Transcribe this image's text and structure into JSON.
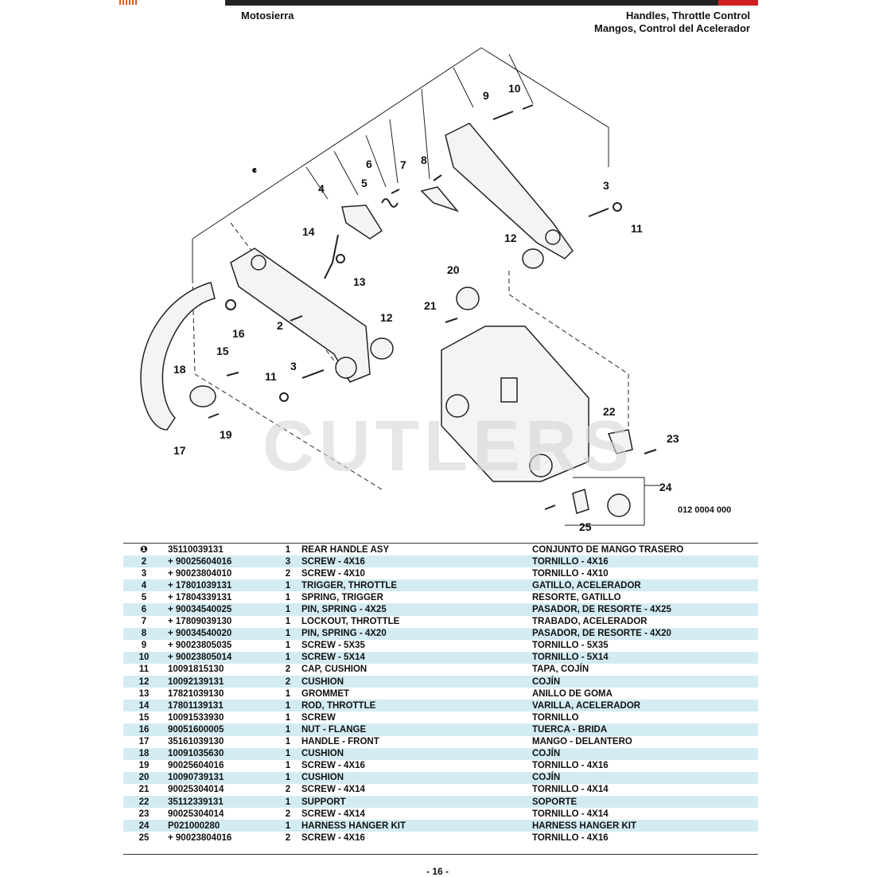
{
  "header": {
    "left": "Motosierra",
    "right_line1": "Handles, Throttle Control",
    "right_line2": "Mangos, Control del Acelerador"
  },
  "watermark": "CUTLERS",
  "figure_code": "012 0004 000",
  "callouts": [
    "1",
    "2",
    "3",
    "3",
    "4",
    "5",
    "6",
    "7",
    "8",
    "9",
    "10",
    "11",
    "11",
    "12",
    "12",
    "13",
    "14",
    "15",
    "16",
    "17",
    "18",
    "19",
    "20",
    "21",
    "22",
    "23",
    "24",
    "25"
  ],
  "parts": [
    {
      "ref": "❶",
      "part": "35110039131",
      "qty": "1",
      "en": "REAR HANDLE ASY",
      "es": "CONJUNTO DE MANGO TRASERO"
    },
    {
      "ref": "2",
      "part": "+ 90025604016",
      "qty": "3",
      "en": "SCREW - 4X16",
      "es": "TORNILLO - 4X16"
    },
    {
      "ref": "3",
      "part": "+ 90023804010",
      "qty": "2",
      "en": "SCREW - 4X10",
      "es": "TORNILLO - 4X10"
    },
    {
      "ref": "4",
      "part": "+ 17801039131",
      "qty": "1",
      "en": "TRIGGER, THROTTLE",
      "es": "GATILLO, ACELERADOR"
    },
    {
      "ref": "5",
      "part": "+ 17804339131",
      "qty": "1",
      "en": "SPRING, TRIGGER",
      "es": "RESORTE, GATILLO"
    },
    {
      "ref": "6",
      "part": "+ 90034540025",
      "qty": "1",
      "en": "PIN, SPRING - 4X25",
      "es": "PASADOR, DE RESORTE - 4X25"
    },
    {
      "ref": "7",
      "part": "+ 17809039130",
      "qty": "1",
      "en": "LOCKOUT, THROTTLE",
      "es": "TRABADO, ACELERADOR"
    },
    {
      "ref": "8",
      "part": "+ 90034540020",
      "qty": "1",
      "en": "PIN, SPRING - 4X20",
      "es": "PASADOR, DE RESORTE - 4X20"
    },
    {
      "ref": "9",
      "part": "+ 90023805035",
      "qty": "1",
      "en": "SCREW - 5X35",
      "es": "TORNILLO - 5X35"
    },
    {
      "ref": "10",
      "part": "+ 90023805014",
      "qty": "1",
      "en": "SCREW - 5X14",
      "es": "TORNILLO - 5X14"
    },
    {
      "ref": "11",
      "part": "10091815130",
      "qty": "2",
      "en": "CAP, CUSHION",
      "es": "TAPA, COJÍN"
    },
    {
      "ref": "12",
      "part": "10092139131",
      "qty": "2",
      "en": "CUSHION",
      "es": "COJÍN"
    },
    {
      "ref": "13",
      "part": "17821039130",
      "qty": "1",
      "en": "GROMMET",
      "es": "ANILLO DE GOMA"
    },
    {
      "ref": "14",
      "part": "17801139131",
      "qty": "1",
      "en": "ROD, THROTTLE",
      "es": "VARILLA, ACELERADOR"
    },
    {
      "ref": "15",
      "part": "10091533930",
      "qty": "1",
      "en": "SCREW",
      "es": "TORNILLO"
    },
    {
      "ref": "16",
      "part": "90051600005",
      "qty": "1",
      "en": "NUT - FLANGE",
      "es": "TUERCA - BRIDA"
    },
    {
      "ref": "17",
      "part": "35161039130",
      "qty": "1",
      "en": "HANDLE - FRONT",
      "es": "MANGO - DELANTERO"
    },
    {
      "ref": "18",
      "part": "10091035630",
      "qty": "1",
      "en": "CUSHION",
      "es": "COJÍN"
    },
    {
      "ref": "19",
      "part": "90025604016",
      "qty": "1",
      "en": "SCREW - 4X16",
      "es": "TORNILLO - 4X16"
    },
    {
      "ref": "20",
      "part": "10090739131",
      "qty": "1",
      "en": "CUSHION",
      "es": "COJÍN"
    },
    {
      "ref": "21",
      "part": "90025304014",
      "qty": "2",
      "en": "SCREW - 4X14",
      "es": "TORNILLO - 4X14"
    },
    {
      "ref": "22",
      "part": "35112339131",
      "qty": "1",
      "en": "SUPPORT",
      "es": "SOPORTE"
    },
    {
      "ref": "23",
      "part": "90025304014",
      "qty": "2",
      "en": "SCREW - 4X14",
      "es": "TORNILLO - 4X14"
    },
    {
      "ref": "24",
      "part": "P021000280",
      "qty": "1",
      "en": "HARNESS HANGER KIT",
      "es": "HARNESS HANGER KIT"
    },
    {
      "ref": "25",
      "part": "+ 90023804016",
      "qty": "2",
      "en": "SCREW - 4X16",
      "es": "TORNILLO - 4X16"
    }
  ],
  "page_number": "- 16 -"
}
